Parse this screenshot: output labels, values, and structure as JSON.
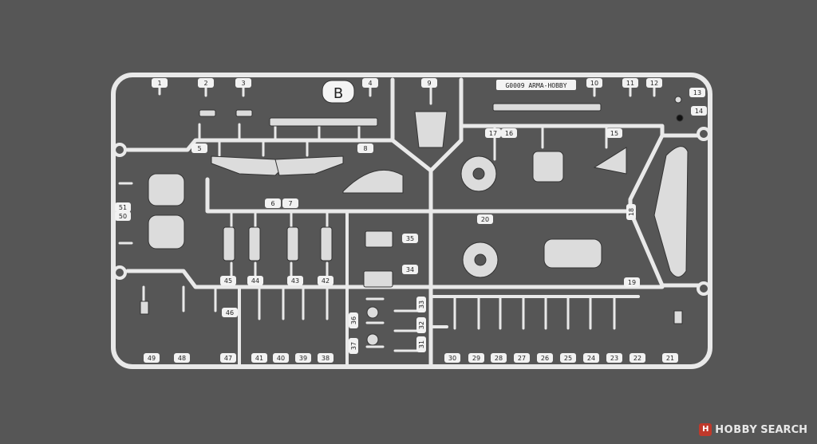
{
  "sprue": {
    "letter": "B",
    "code": "G0009  ARMA-HOBBY",
    "numbers": [
      "1",
      "2",
      "3",
      "4",
      "9",
      "10",
      "11",
      "12",
      "13",
      "14",
      "5",
      "8",
      "6",
      "7",
      "17",
      "16",
      "15",
      "51",
      "50",
      "20",
      "18",
      "35",
      "34",
      "45",
      "44",
      "43",
      "42",
      "19",
      "46",
      "36",
      "33",
      "32",
      "31",
      "49",
      "48",
      "47",
      "41",
      "40",
      "39",
      "38",
      "37",
      "30",
      "29",
      "28",
      "27",
      "26",
      "25",
      "24",
      "23",
      "22",
      "21"
    ]
  },
  "watermark": {
    "icon": "hobbysearch-logo-icon",
    "brand_a": "HOBBY",
    "brand_b": "SEARCH"
  }
}
